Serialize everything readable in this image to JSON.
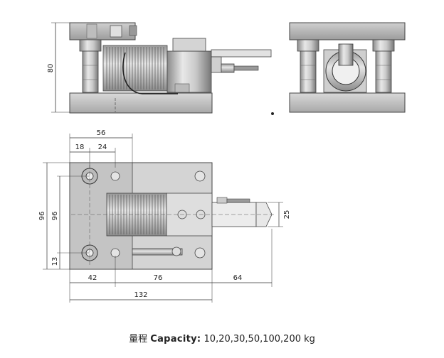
{
  "dimensions": {
    "height": "80",
    "width_56": "56",
    "dim_18": "18",
    "dim_24": "24",
    "depth_96_outer": "96",
    "depth_96_inner": "96",
    "dim_13": "13",
    "dim_25": "25",
    "dim_42": "42",
    "dim_76": "76",
    "dim_64": "64",
    "length_132": "132"
  },
  "caption": {
    "chinese_label": "量程",
    "english_label": "Capacity:",
    "values": "10,20,30,50,100,200 kg"
  }
}
